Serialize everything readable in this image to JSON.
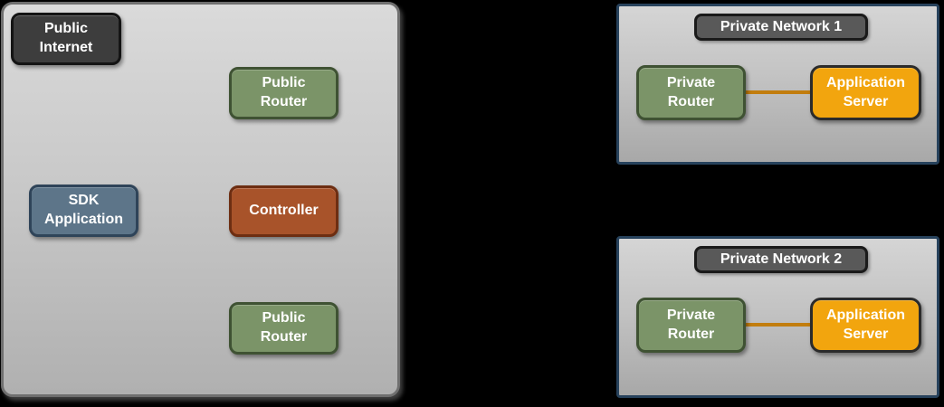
{
  "diagram": {
    "public_zone": {
      "public_internet_label": "Public Internet",
      "public_router_top_label": "Public Router",
      "sdk_application_label": "SDK Application",
      "controller_label": "Controller",
      "public_router_bottom_label": "Public Router"
    },
    "private_networks": [
      {
        "title": "Private Network 1",
        "private_router_label": "Private Router",
        "application_server_label": "Application Server"
      },
      {
        "title": "Private Network 2",
        "private_router_label": "Private Router",
        "application_server_label": "Application Server"
      }
    ],
    "colors": {
      "page_background": "#000000",
      "zone_fill_top": "#dadada",
      "zone_fill_bottom": "#b0b0b0",
      "public_zone_border": "#6f6f6f",
      "private_zone_border": "#27425c",
      "dark_node_fill": "#3d3d3d",
      "network_title_fill": "#595959",
      "router_fill": "#7b9468",
      "router_border": "#3f5233",
      "sdk_fill": "#5d7589",
      "sdk_border": "#2f4459",
      "controller_fill": "#a8532a",
      "controller_border": "#6d2e12",
      "server_fill": "#f2a50e",
      "server_border": "#2b2b2b",
      "connector_line": "#c27d0e",
      "node_text": "#ffffff"
    }
  }
}
